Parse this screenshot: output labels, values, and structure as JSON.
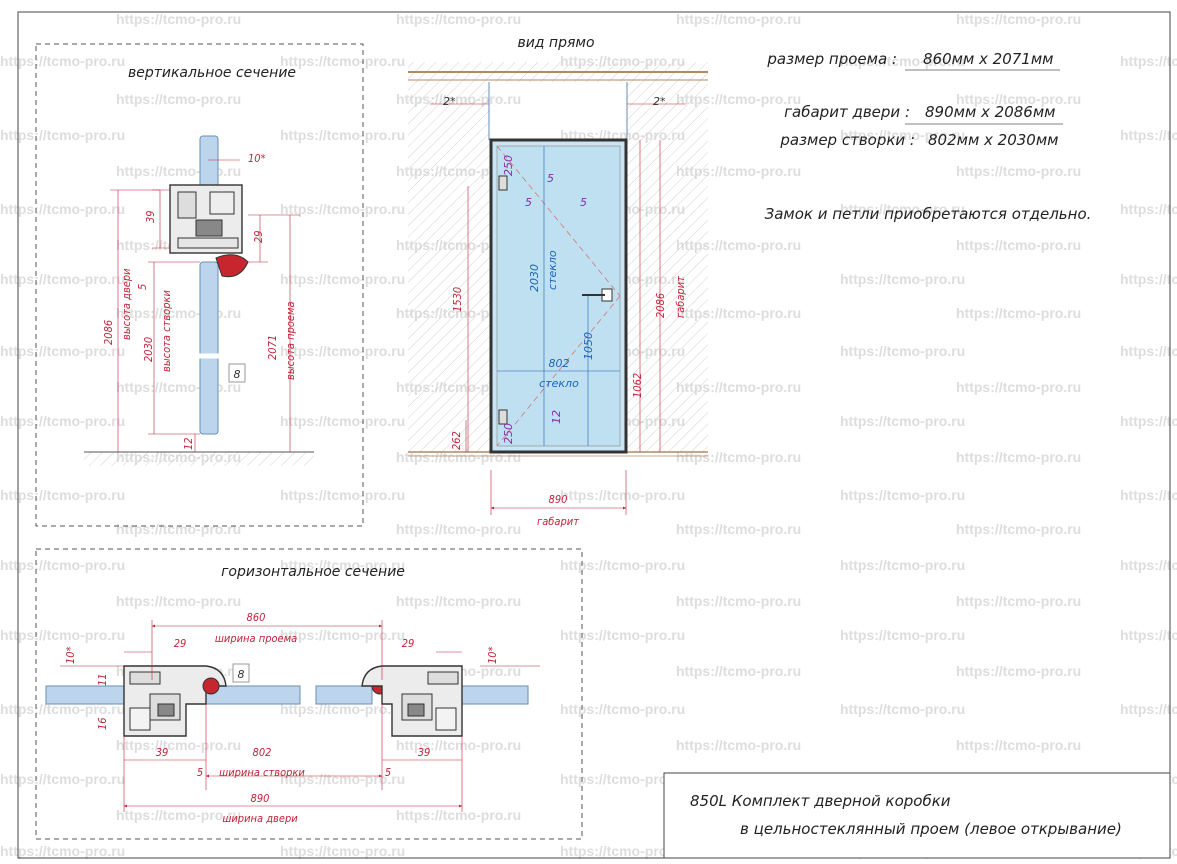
{
  "watermark": "https://tcmo-pro.ru",
  "views": {
    "vertical_title": "вертикальное сечение",
    "front_title": "вид прямо",
    "horizontal_title": "горизонтальное сечение"
  },
  "specs": {
    "opening_label": "размер проема :",
    "opening_value": "860мм х 2071мм",
    "door_label": "габарит двери :",
    "door_value": "890мм х 2086мм",
    "leaf_label": "размер створки :",
    "leaf_value": "802мм х 2030мм",
    "note": "Замок и петли приобретаются отдельно."
  },
  "title_block": {
    "line1": "850L Комплект дверной коробки",
    "line2": "в цельностеклянный проем (левое открывание)"
  },
  "vertical": {
    "d10": "10*",
    "d39": "39",
    "d29": "29",
    "d5": "5",
    "d2086": "2086",
    "l2086": "высота двери",
    "d2030": "2030",
    "l2030": "высота створки",
    "d2071": "2071",
    "l2071": "высота проема",
    "d8": "8",
    "d12": "12"
  },
  "front": {
    "a2l": "2*",
    "a2r": "2*",
    "d250t": "250",
    "d250b": "250",
    "d5a": "5",
    "d5b": "5",
    "d5c": "5",
    "d2030": "2030",
    "l2030": "стекло",
    "d1530": "1530",
    "d2086": "2086",
    "l2086": "габарит",
    "d802": "802",
    "l802": "стекло",
    "d1050": "1050",
    "d1062": "1062",
    "d12": "12",
    "d262": "262",
    "d890": "890",
    "l890": "габарит"
  },
  "horizontal": {
    "d860": "860",
    "l860": "ширина проема",
    "d29l": "29",
    "d29r": "29",
    "d10l": "10*",
    "d10r": "10*",
    "d11": "11",
    "d16": "16",
    "d8": "8",
    "d39l": "39",
    "d39r": "39",
    "d802": "802",
    "l802": "ширина створки",
    "d5l": "5",
    "d5r": "5",
    "d890": "890",
    "l890": "ширина двери"
  }
}
